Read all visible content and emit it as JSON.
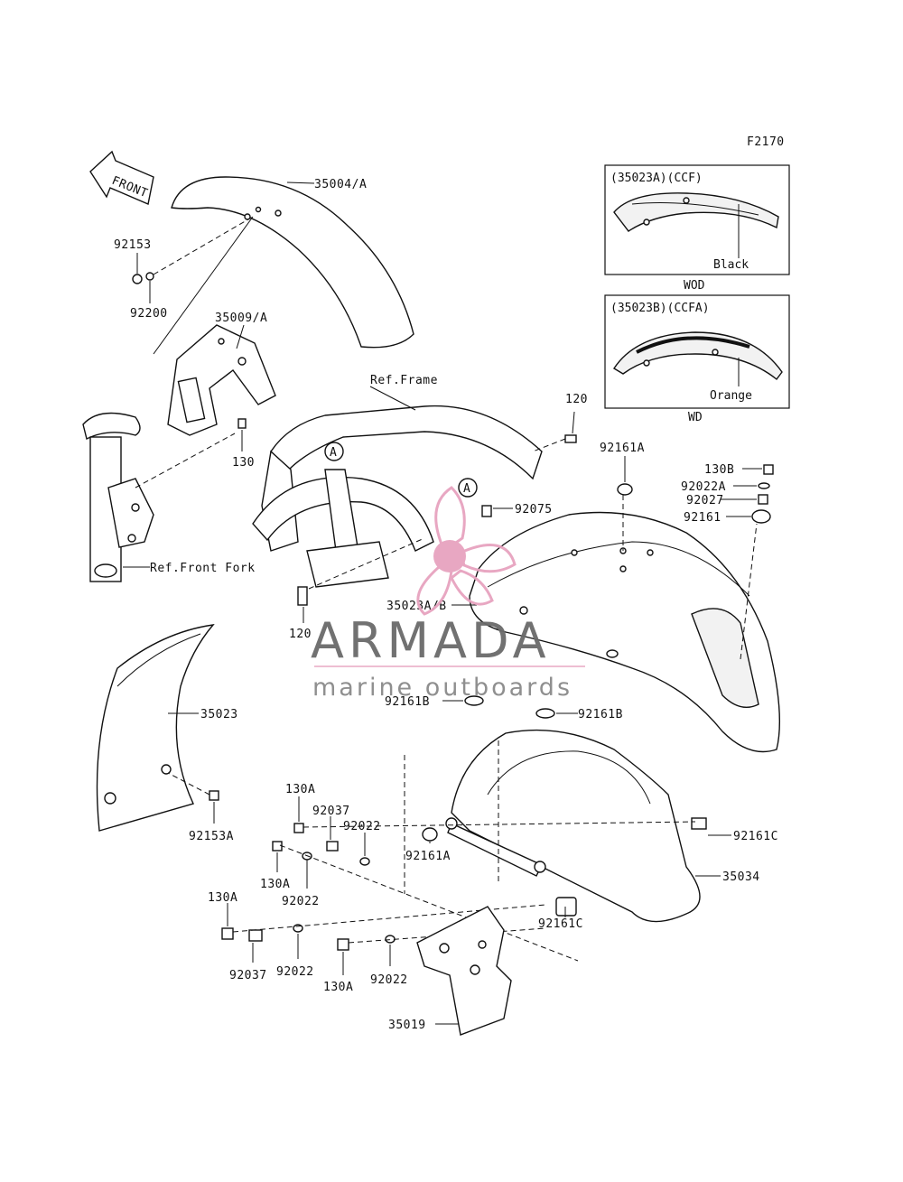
{
  "figure_code": "F2170",
  "direction_arrow": {
    "label": "FRONT",
    "icon": "front-arrow-icon"
  },
  "variant_boxes": [
    {
      "code": "(35023A)(CCF)",
      "color": "Black",
      "market": "WOD"
    },
    {
      "code": "(35023B)(CCFA)",
      "color": "Orange",
      "market": "WD"
    }
  ],
  "callouts": {
    "c35004A": "35004/A",
    "c92153": "92153",
    "c92200": "92200",
    "c35009A": "35009/A",
    "c130": "130",
    "cRefFrame": "Ref.Frame",
    "c120top": "120",
    "cRefFork": "Ref.Front Fork",
    "c120bot": "120",
    "c92161A_top": "92161A",
    "c130B": "130B",
    "c92022A": "92022A",
    "c92027": "92027",
    "c92161": "92161",
    "c92075": "92075",
    "c35023AB": "35023A/B",
    "c35023": "35023",
    "c92161B_left": "92161B",
    "c92161B_right": "92161B",
    "c92153A": "92153A",
    "c130A_1": "130A",
    "c92037_1": "92037",
    "c92022_1": "92022",
    "c130A_2": "130A",
    "c92022_2": "92022",
    "c92161A_bot": "92161A",
    "c35034": "35034",
    "c92161C_right": "92161C",
    "c130A_3": "130A",
    "c92037_2": "92037",
    "c92022_3": "92022",
    "c130A_4": "130A",
    "c92022_4": "92022",
    "c92161C_bot": "92161C",
    "c35019": "35019"
  },
  "reference_markers": [
    "A",
    "A"
  ],
  "watermark": {
    "brand": "ARMADA",
    "tagline": "marine outboards",
    "accent_color": "#e7a3bf"
  }
}
